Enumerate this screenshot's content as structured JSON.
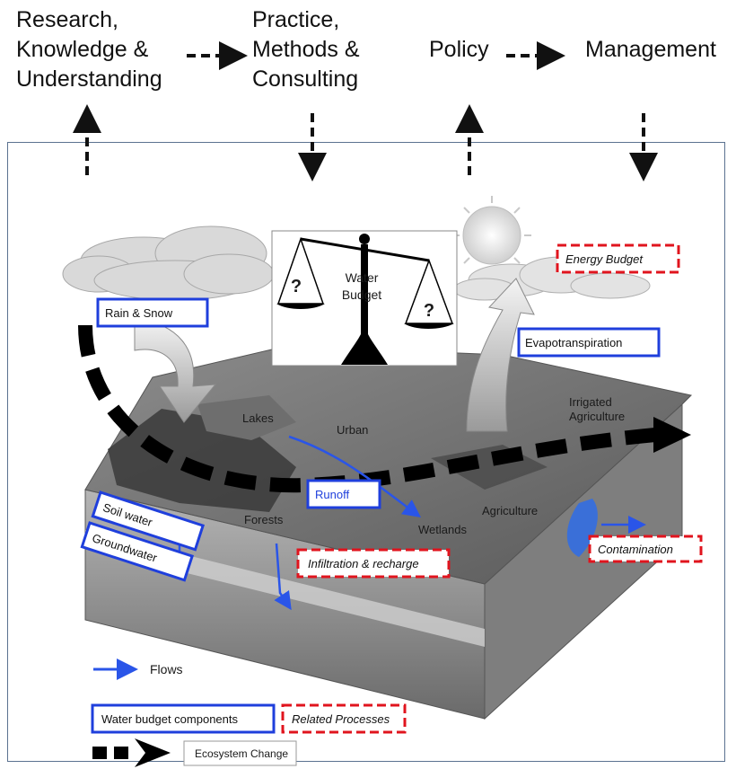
{
  "header": {
    "research": [
      "Research,",
      "Knowledge &",
      "Understanding"
    ],
    "practice": [
      "Practice,",
      "Methods &",
      "Consulting"
    ],
    "policy": "Policy",
    "management": "Management"
  },
  "scale": {
    "left_label": "?",
    "right_label": "?",
    "title_line1": "Water",
    "title_line2": "Budget"
  },
  "components": {
    "rain_snow": "Rain & Snow",
    "evapotranspiration": "Evapotranspiration",
    "runoff": "Runoff",
    "soil_water": "Soil water",
    "groundwater": "Groundwater"
  },
  "processes": {
    "energy_budget": "Energy Budget",
    "infiltration": "Infiltration & recharge",
    "contamination": "Contamination"
  },
  "landscape": {
    "lakes": "Lakes",
    "urban": "Urban",
    "irrigated_1": "Irrigated",
    "irrigated_2": "Agriculture",
    "forests": "Forests",
    "wetlands": "Wetlands",
    "agriculture": "Agriculture"
  },
  "legend": {
    "flows": "Flows",
    "water_budget_components": "Water budget components",
    "related_processes": "Related Processes",
    "ecosystem_change": "Ecosystem Change"
  },
  "colors": {
    "component_blue": "#1f3fdc",
    "process_red": "#e0141e",
    "flow_blue": "#2a55e8"
  }
}
